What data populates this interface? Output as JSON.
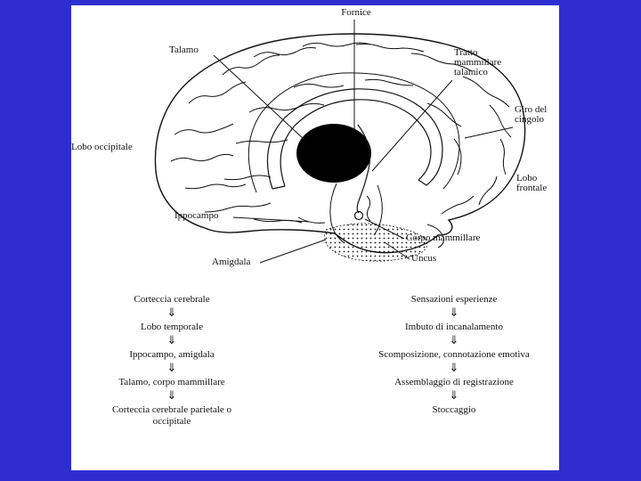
{
  "colors": {
    "background": "#2e2ed0",
    "panel": "#ffffff",
    "ink": "#111111"
  },
  "brain_labels": {
    "fornice": "Fornice",
    "talamo": "Talamo",
    "tratto_mammillare_talamico": "Tratto mammillare talamico",
    "giro_del_cingolo": "Giro del cingolo",
    "lobo_occipitale": "Lobo occipitale",
    "lobo_frontale": "Lobo frontale",
    "ippocampo": "Ippocampo",
    "corpo_mammillare": "Corpo mammillare",
    "amigdala": "Amigdala",
    "uncus": "Uncus"
  },
  "arrow": "⇓",
  "flow_left": {
    "steps": [
      "Corteccia cerebrale",
      "Lobo temporale",
      "Ippocampo, amigdala",
      "Talamo, corpo mammillare",
      "Corteccia cerebrale parietale o occipitale"
    ]
  },
  "flow_right": {
    "steps": [
      "Sensazioni esperienze",
      "Imbuto di incanalamento",
      "Scomposizione, connotazione emotiva",
      "Assemblaggio di registrazione",
      "Stoccaggio"
    ]
  }
}
